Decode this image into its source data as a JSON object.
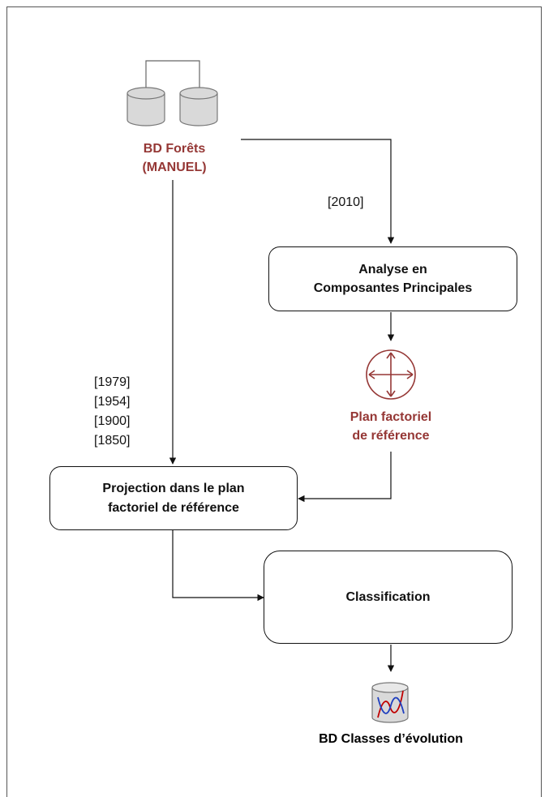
{
  "colors": {
    "accent": "#953735",
    "stroke": "#111111",
    "cylinder": "#d9d9d9"
  },
  "source_db": {
    "label": "BD Forêts\n(MANUEL)",
    "icon": "database-pair-icon"
  },
  "year_2010": "[2010]",
  "pca_box": "Analyse en\nComposantes Principales",
  "factor_plane": {
    "label": "Plan factoriel\nde  référence",
    "icon": "axes-cross-icon"
  },
  "years_list": [
    "[1979]",
    "[1954]",
    "[1900]",
    "[1850]"
  ],
  "projection_box": "Projection dans le plan\nfactoriel de référence",
  "classification_box": "Classification",
  "output_db": {
    "label": "BD Classes d’évolution",
    "icon": "curves-database-icon"
  }
}
